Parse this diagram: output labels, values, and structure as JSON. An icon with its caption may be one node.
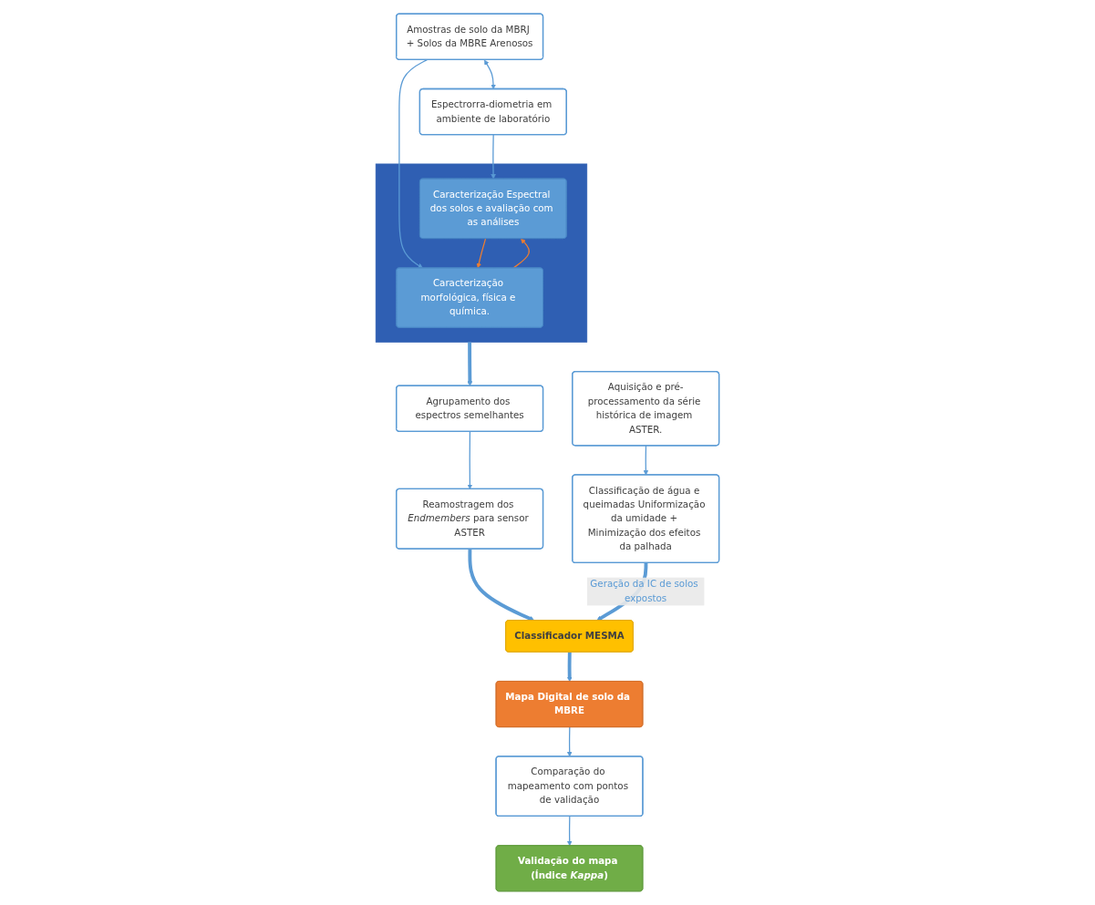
{
  "diagram": {
    "nodes": [
      {
        "text": [
          "Amostras de solo da MBRJ + Solos da MBRE Arenosos"
        ]
      },
      {
        "text": [
          "Espectrorra-diometria em ambiente de laboratório"
        ]
      },
      {
        "text": [],
        "shape": "box"
      },
      {
        "text": [
          "Caracterização morfológica, física e química."
        ],
        "in": 2
      },
      {
        "text": [
          "Caracterização Espectral dos solos e avaliação com as análises"
        ],
        "in": 2
      },
      {
        "text": [
          "Agrupamento dos espectros semelhantes"
        ]
      },
      {
        "text": [
          "Reamostragem dos *Endmembers* para sensor ASTER"
        ]
      },
      {
        "text": [
          "Aquisição e pré-processamento da série histórica de imagem ASTER."
        ]
      },
      {
        "text": [
          "Classificação de água e queimadas Uniformização da umidade + Minimização dos efeitos da palhada"
        ]
      },
      {
        "text": [
          "Classificador MESMA"
        ]
      },
      {
        "text": [
          "Mapa Digital de solo da MBRE"
        ]
      },
      {
        "text": [
          "Comparação do mapeamento com pontos de validação"
        ]
      },
      {
        "text": [
          "Validação do mapa (Índice *Kappa*)"
        ]
      }
    ],
    "edges": [
      {
        "from": 0,
        "to": 1,
        "arrow": "both"
      },
      {
        "from": 0,
        "to": 3,
        "arrow": "to"
      },
      {
        "from": 1,
        "to": 4,
        "arrow": "to"
      },
      {
        "from": 3,
        "to": 4,
        "arrow": "to",
        "color": "#ed7d31"
      },
      {
        "from": 4,
        "to": 3,
        "arrow": "to",
        "color": "#ed7d31"
      },
      {
        "from": 7,
        "to": 8,
        "arrow": "to"
      },
      {
        "from": 2,
        "to": 5,
        "arrow": "to",
        "style": "thick"
      },
      {
        "from": 5,
        "to": 6,
        "arrow": "to"
      },
      {
        "from": 6,
        "to": 9,
        "arrow": "to",
        "style": "thick"
      },
      {
        "from": 8,
        "to": 9,
        "arrow": "to",
        "style": "thick",
        "label": "Geração da IC de solos expostos"
      },
      {
        "from": 9,
        "to": 10,
        "arrow": "to",
        "style": "thick"
      },
      {
        "from": 10,
        "to": 11,
        "arrow": "to"
      },
      {
        "from": 11,
        "to": 12,
        "arrow": "to"
      }
    ]
  }
}
